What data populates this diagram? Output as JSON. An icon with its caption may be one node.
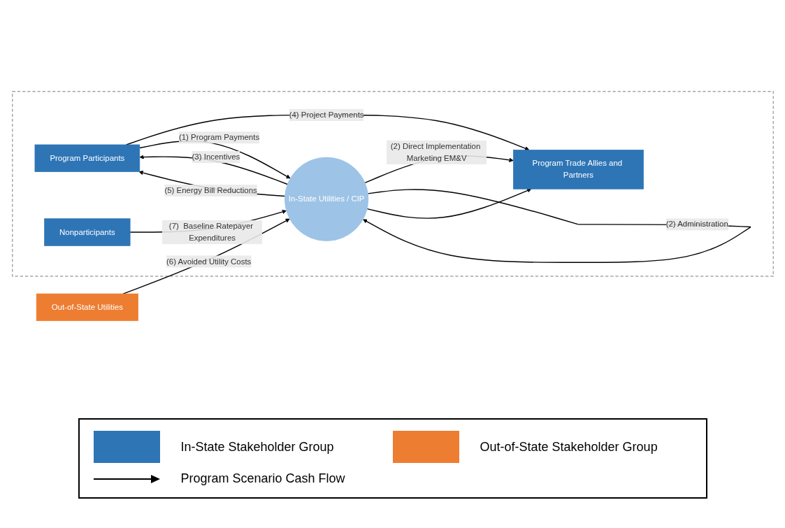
{
  "diagram": {
    "nodes": [
      {
        "text": [],
        "shape": "box"
      },
      {
        "text": [
          "Program Trade Allies and Partners"
        ],
        "in": 0
      },
      {
        "text": [
          "Program Participants"
        ],
        "in": 0
      },
      {
        "text": [
          "In-State Utilities / CIP"
        ],
        "in": 0
      },
      {
        "text": [
          "Nonparticipants"
        ],
        "in": 0
      },
      {
        "text": [
          "Out-of-State Utilities"
        ]
      }
    ],
    "edges": [
      {
        "from": 2,
        "to": 1,
        "arrow": "to",
        "label": "(4) Project Payments"
      },
      {
        "from": 3,
        "to": 1,
        "arrow": "to",
        "label": "(2) Direct Implementation Marketing EM&V"
      },
      {
        "from": 3,
        "to": 3,
        "arrow": "to",
        "label": "(2) Administration"
      },
      {
        "from": 3,
        "to": 2,
        "arrow": "to",
        "label": "(3) Incentives"
      },
      {
        "from": 3,
        "to": 1,
        "arrow": "to"
      },
      {
        "from": 3,
        "to": 2,
        "arrow": "to",
        "label": "(5) Energy Bill Reductions"
      },
      {
        "from": 2,
        "to": 3,
        "arrow": "to",
        "label": "(1)  Program Payments"
      },
      {
        "from": 4,
        "to": 3,
        "arrow": "to",
        "label": "(7)  Baseline Ratepayer Expenditures"
      },
      {
        "from": 5,
        "to": 3,
        "arrow": "to",
        "label": "(6) Avoided Utility Costs"
      }
    ],
    "legend": [
      {
        "text": "In-State Stakeholder Group",
        "color": "#2e75b6"
      },
      {
        "text": "Out-of-State Stakeholder Group",
        "color": "#ed7d31"
      },
      {
        "text": "Program Scenario Cash Flow"
      }
    ]
  }
}
